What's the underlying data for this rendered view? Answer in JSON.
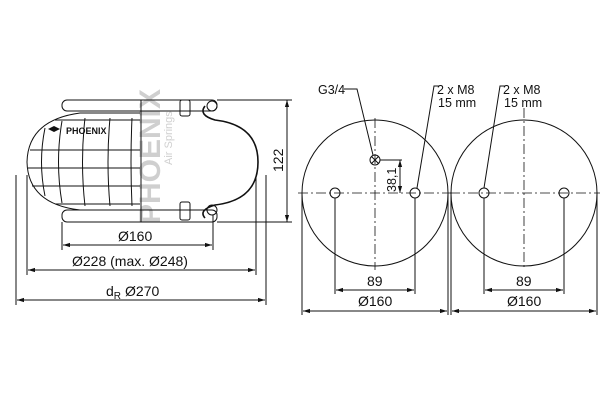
{
  "title": "Air spring technical drawing",
  "brand": {
    "logo_text": "PHOENIX",
    "watermark_name": "PHOENIX",
    "watermark_sub": "Air Springs"
  },
  "side_view": {
    "height": "122",
    "inner_diameter": "Ø160",
    "outer_diameter": "Ø228 (max. Ø248)",
    "reference_diameter_symbol": "d",
    "reference_diameter_sub": "R",
    "reference_diameter": "Ø270"
  },
  "top_plate": {
    "air_connection": "G3/4",
    "thread_label": "2 x M8",
    "thread_depth": "15 mm",
    "offset": "38,1",
    "hole_spacing": "89",
    "diameter": "Ø160"
  },
  "bottom_plate": {
    "thread_label": "2 x M8",
    "thread_depth": "15 mm",
    "hole_spacing": "89",
    "diameter": "Ø160"
  }
}
